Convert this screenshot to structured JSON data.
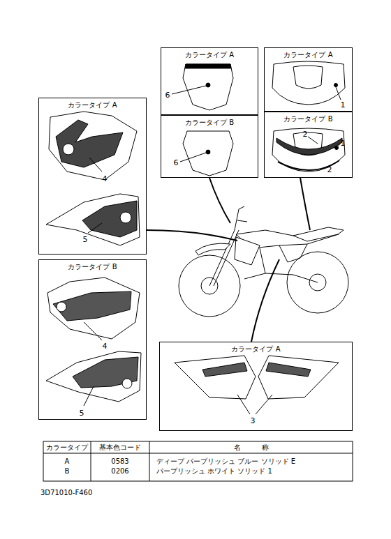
{
  "diagram": {
    "nodes": [
      {
        "text": [
          "カラータイプ A"
        ]
      },
      {
        "text": [
          "カラータイプ A"
        ]
      },
      {
        "text": [
          "カラータイプ B"
        ]
      },
      {
        "text": [
          "カラータイプ B"
        ]
      },
      {
        "text": [
          "カラータイプ A"
        ]
      },
      {
        "text": [
          "カラータイプ B"
        ]
      },
      {
        "text": [
          "カラータイプ A"
        ]
      }
    ],
    "labels": [
      "6",
      "1",
      "6",
      "2",
      "1",
      "2",
      "4",
      "5",
      "4",
      "5",
      "3",
      "カラータイプ",
      "基本色コード",
      "名　　　称",
      "A",
      "0583",
      "ディープ パープリッシュ ブルー ソリッド E",
      "B",
      "0206",
      "パープリッシュ ホワイト ソリッド 1",
      "3D71010-F460"
    ]
  }
}
